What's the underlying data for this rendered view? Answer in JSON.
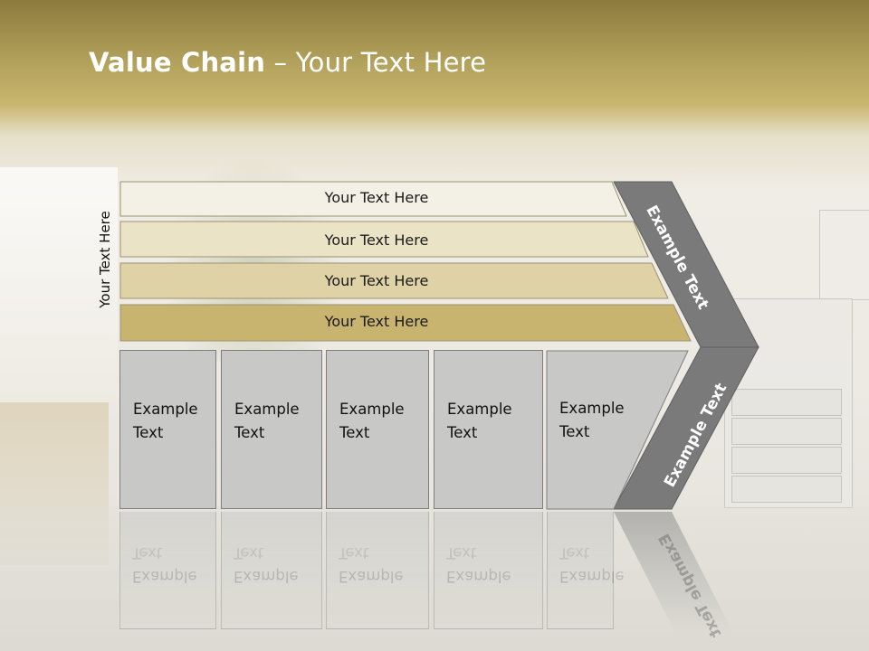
{
  "slide": {
    "title_bold": "Value Chain",
    "title_rest": " – Your Text Here",
    "vertical_label": "Your Text Here",
    "bands": [
      {
        "label": "Your Text Here",
        "color": "#f3f0e5"
      },
      {
        "label": "Your Text Here",
        "color": "#ebe3c6"
      },
      {
        "label": "Your Text Here",
        "color": "#dfd2a6"
      },
      {
        "label": "Your Text Here",
        "color": "#c8b46e"
      }
    ],
    "boxes": [
      {
        "line1": "Example",
        "line2": "Text"
      },
      {
        "line1": "Example",
        "line2": "Text"
      },
      {
        "line1": "Example",
        "line2": "Text"
      },
      {
        "line1": "Example",
        "line2": "Text"
      },
      {
        "line1": "Example",
        "line2": "Text"
      }
    ],
    "chevron_top_label": "Example Text",
    "chevron_bottom_label": "Example Text",
    "chevron_color": "#7a7a7a",
    "box_color": "#c8c8c6"
  }
}
